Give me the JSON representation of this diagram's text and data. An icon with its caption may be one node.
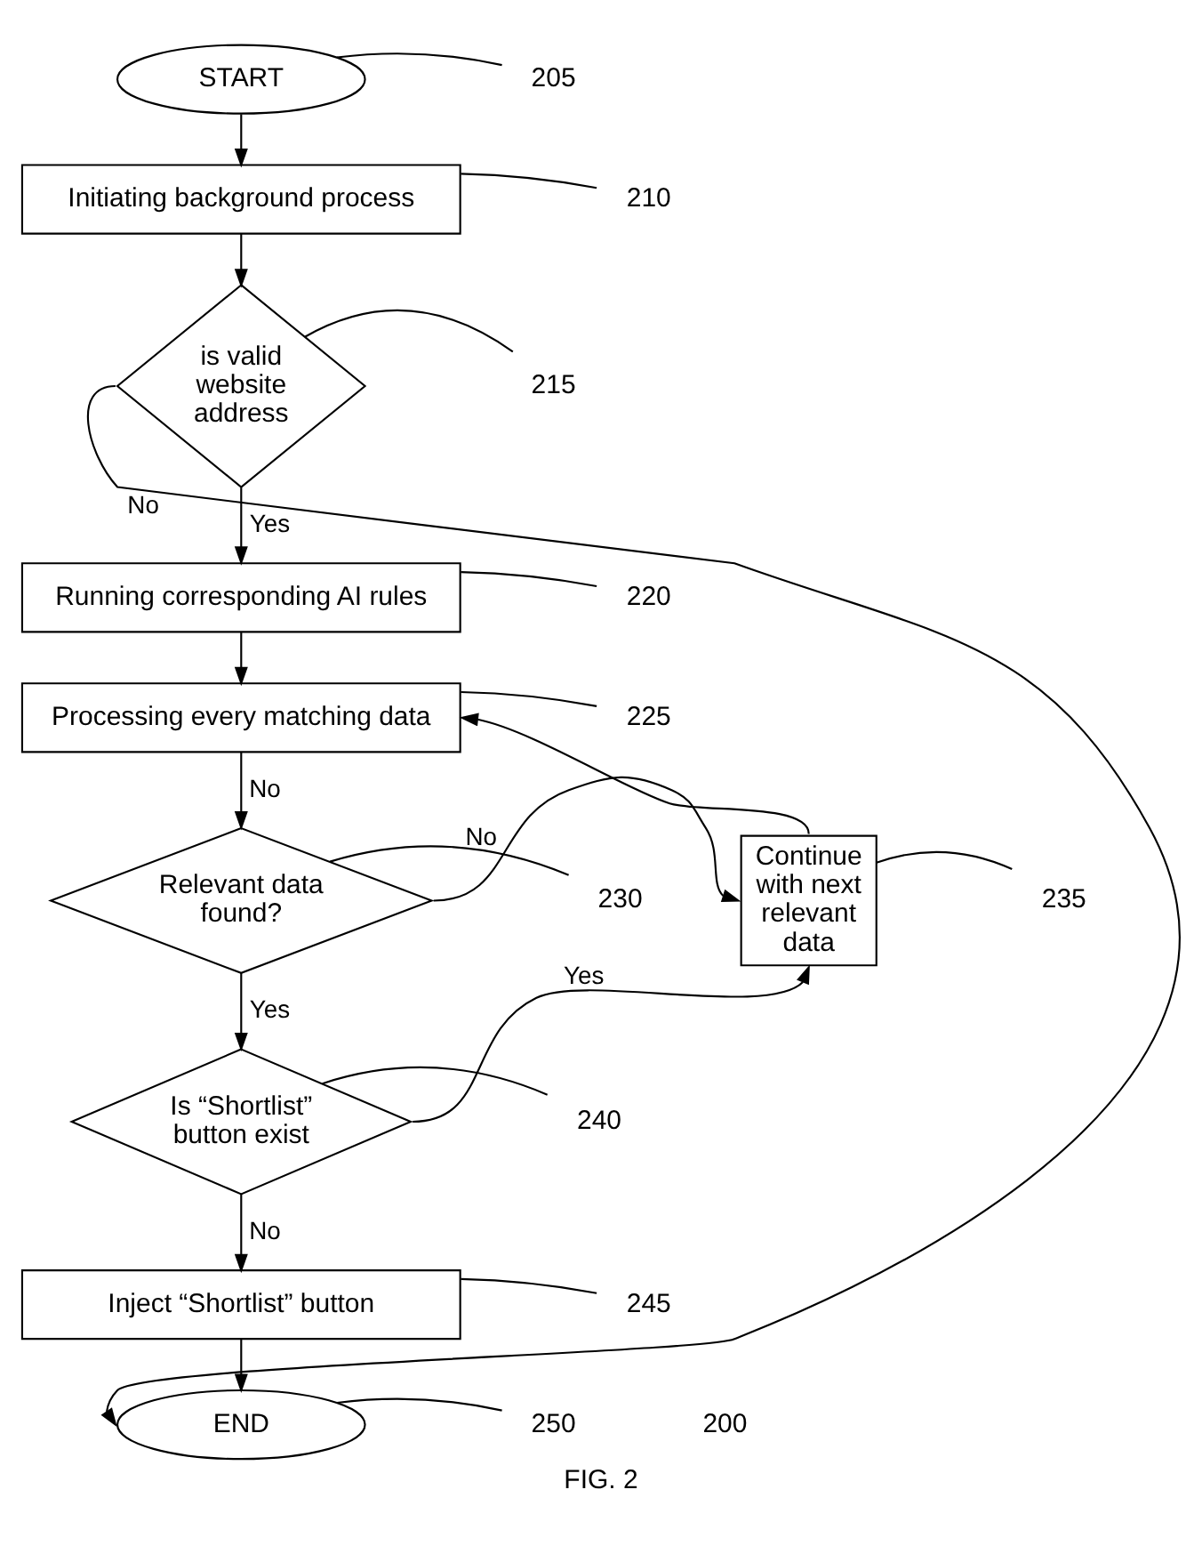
{
  "diagram": {
    "caption": "FIG. 2",
    "nodes": [
      {
        "text": [
          "START"
        ]
      },
      {
        "text": [
          "Initiating background process"
        ]
      },
      {
        "text": [
          "is valid website address"
        ]
      },
      {
        "text": [
          "Running corresponding AI rules"
        ]
      },
      {
        "text": [
          "Processing every matching data"
        ]
      },
      {
        "text": [
          "Relevant data found?"
        ]
      },
      {
        "text": [
          "Continue with next relevant data"
        ]
      },
      {
        "text": [
          "Is “Shortlist” button exist"
        ]
      },
      {
        "text": [
          "Inject “Shortlist” button"
        ]
      },
      {
        "text": [
          "END"
        ]
      },
      {
        "text": [
          "205"
        ]
      },
      {
        "text": [
          "210"
        ]
      },
      {
        "text": [
          "215"
        ]
      },
      {
        "text": [
          "220"
        ]
      },
      {
        "text": [
          "225"
        ]
      },
      {
        "text": [
          "230"
        ]
      },
      {
        "text": [
          "235"
        ]
      },
      {
        "text": [
          "240"
        ]
      },
      {
        "text": [
          "245"
        ]
      },
      {
        "text": [
          "250"
        ]
      }
    ],
    "edges": [
      {
        "from": 0,
        "to": 1,
        "arrow": "to"
      },
      {
        "from": 1,
        "to": 2,
        "arrow": "to"
      },
      {
        "from": 2,
        "to": 3,
        "arrow": "to",
        "label": "Yes"
      },
      {
        "from": 2,
        "to": 9,
        "arrow": "to",
        "label": "No"
      },
      {
        "from": 3,
        "to": 4,
        "arrow": "to"
      },
      {
        "from": 4,
        "to": 5,
        "arrow": "to",
        "label": "No"
      },
      {
        "from": 5,
        "to": 6,
        "arrow": "to",
        "label": "No"
      },
      {
        "from": 5,
        "to": 7,
        "arrow": "to",
        "label": "Yes"
      },
      {
        "from": 7,
        "to": 6,
        "arrow": "to",
        "label": "Yes"
      },
      {
        "from": 6,
        "to": 4,
        "arrow": "to"
      },
      {
        "from": 7,
        "to": 8,
        "arrow": "to",
        "label": "No"
      },
      {
        "from": 8,
        "to": 9,
        "arrow": "to"
      },
      {
        "from": 10,
        "to": 0,
        "arrow": "none"
      },
      {
        "from": 11,
        "to": 1,
        "arrow": "none"
      },
      {
        "from": 12,
        "to": 2,
        "arrow": "none"
      },
      {
        "from": 13,
        "to": 3,
        "arrow": "none"
      },
      {
        "from": 14,
        "to": 4,
        "arrow": "none"
      },
      {
        "from": 15,
        "to": 5,
        "arrow": "none"
      },
      {
        "from": 16,
        "to": 6,
        "arrow": "none"
      },
      {
        "from": 17,
        "to": 7,
        "arrow": "none"
      },
      {
        "from": 18,
        "to": 8,
        "arrow": "none"
      },
      {
        "from": 19,
        "to": 9,
        "arrow": "none"
      }
    ],
    "labels": [
      "200"
    ]
  }
}
